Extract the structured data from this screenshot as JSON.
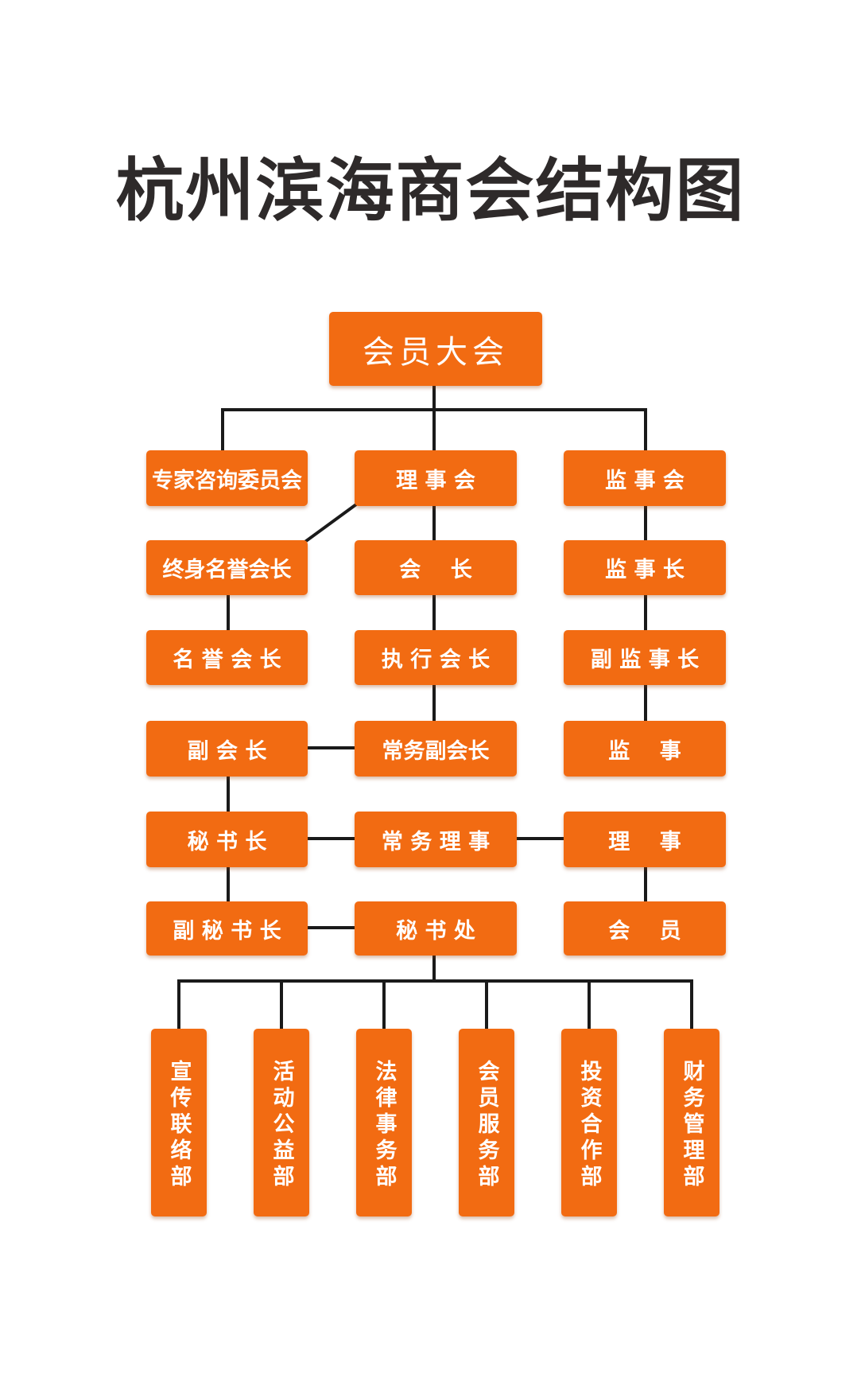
{
  "title": "杭州滨海商会结构图",
  "colors": {
    "box": "#f26b12",
    "box_text": "#ffffff",
    "line": "#1a1a1a",
    "title": "#2e2a2a"
  },
  "nodes": {
    "general_assembly": "会员大会",
    "expert_committee": "专家咨询委员会",
    "council": "理 事 会",
    "supervisory_board": "监 事 会",
    "lifetime_honorary_president": "终身名誉会长",
    "president": "会    长",
    "chief_supervisor": "监 事 长",
    "honorary_president": "名 誉 会 长",
    "executive_president": "执 行 会 长",
    "deputy_chief_supervisor": "副 监 事 长",
    "vice_president": "副 会 长",
    "standing_vice_president": "常务副会长",
    "supervisor": "监    事",
    "secretary_general": "秘 书 长",
    "standing_director": "常 务 理 事",
    "director": "理    事",
    "deputy_secretary_general": "副 秘 书 长",
    "secretariat": "秘 书 处",
    "member": "会    员"
  },
  "departments": [
    "宣传联络部",
    "活动公益部",
    "法律事务部",
    "会员服务部",
    "投资合作部",
    "财务管理部"
  ]
}
